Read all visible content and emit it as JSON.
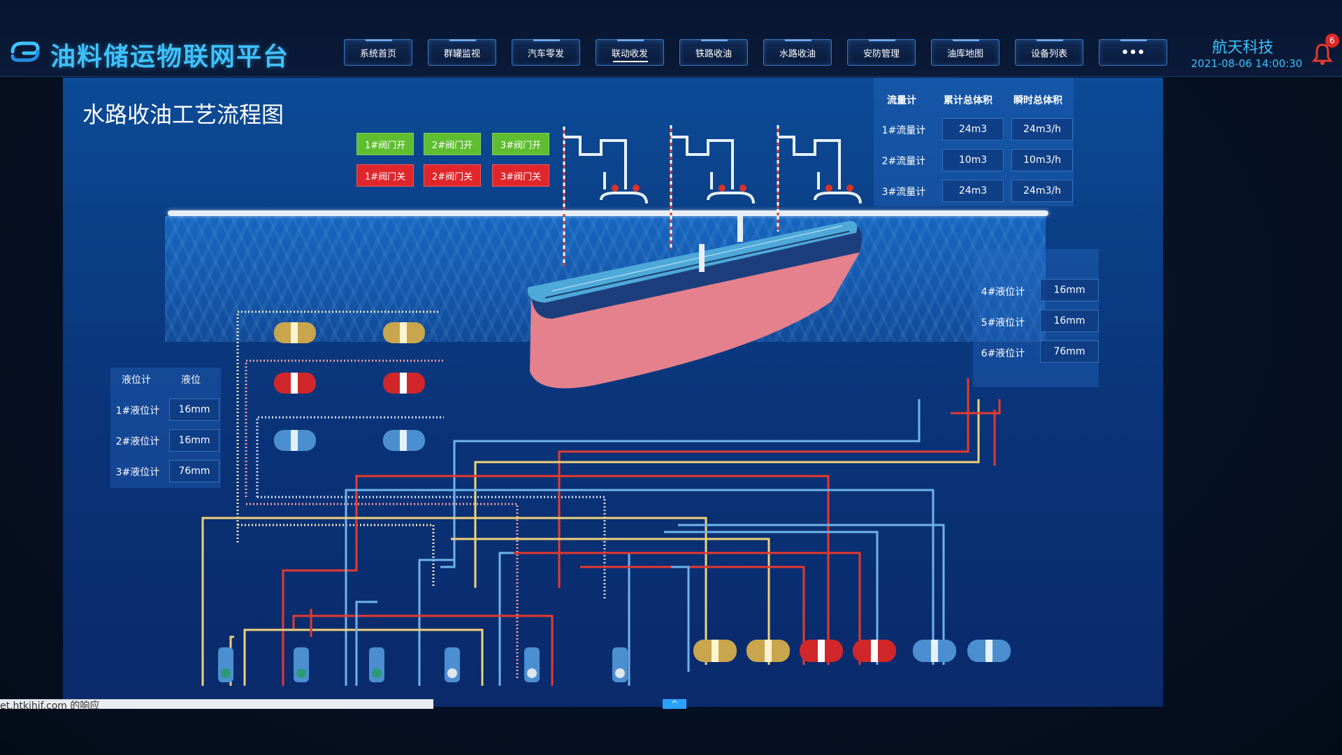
{
  "header": {
    "app_title": "油料储运物联网平台",
    "brand": "航天科技",
    "datetime": "2021-08-06 14:00:30",
    "notification_count": "6",
    "nav": [
      {
        "label": "系统首页",
        "active": false
      },
      {
        "label": "群罐监视",
        "active": false
      },
      {
        "label": "汽车零发",
        "active": false
      },
      {
        "label": "联动收发",
        "active": true
      },
      {
        "label": "铁路收油",
        "active": false
      },
      {
        "label": "水路收油",
        "active": false
      },
      {
        "label": "安防管理",
        "active": false
      },
      {
        "label": "油库地图",
        "active": false
      },
      {
        "label": "设备列表",
        "active": false
      },
      {
        "label": "•••",
        "active": false
      }
    ]
  },
  "scene": {
    "title": "水路收油工艺流程图",
    "valves": {
      "open": [
        "1#阀门开",
        "2#阀门开",
        "3#阀门开"
      ],
      "close": [
        "1#阀门关",
        "2#阀门关",
        "3#阀门关"
      ]
    },
    "flow_table": {
      "headers": [
        "流量计",
        "累计总体积",
        "瞬时总体积"
      ],
      "rows": [
        {
          "name": "1#流量计",
          "total": "24m3",
          "instant": "24m3/h"
        },
        {
          "name": "2#流量计",
          "total": "10m3",
          "instant": "10m3/h"
        },
        {
          "name": "3#流量计",
          "total": "24m3",
          "instant": "24m3/h"
        }
      ]
    },
    "level_table_left": {
      "headers": [
        "液位计",
        "液位"
      ],
      "rows": [
        {
          "name": "1#液位计",
          "value": "16mm"
        },
        {
          "name": "2#液位计",
          "value": "16mm"
        },
        {
          "name": "3#液位计",
          "value": "76mm"
        }
      ]
    },
    "level_table_right": {
      "rows": [
        {
          "name": "4#液位计",
          "value": "16mm"
        },
        {
          "name": "5#液位计",
          "value": "16mm"
        },
        {
          "name": "6#液位计",
          "value": "76mm"
        }
      ]
    }
  },
  "statusbar": {
    "text": "et.htkjhjf.com 的响应"
  },
  "colors": {
    "accent": "#3ec2ff",
    "pipe_yellow": "#f0d27a",
    "pipe_red": "#e53a2e",
    "pipe_blue": "#6fb3ea",
    "valve_open": "#5fbe30",
    "valve_close": "#e0262b"
  }
}
